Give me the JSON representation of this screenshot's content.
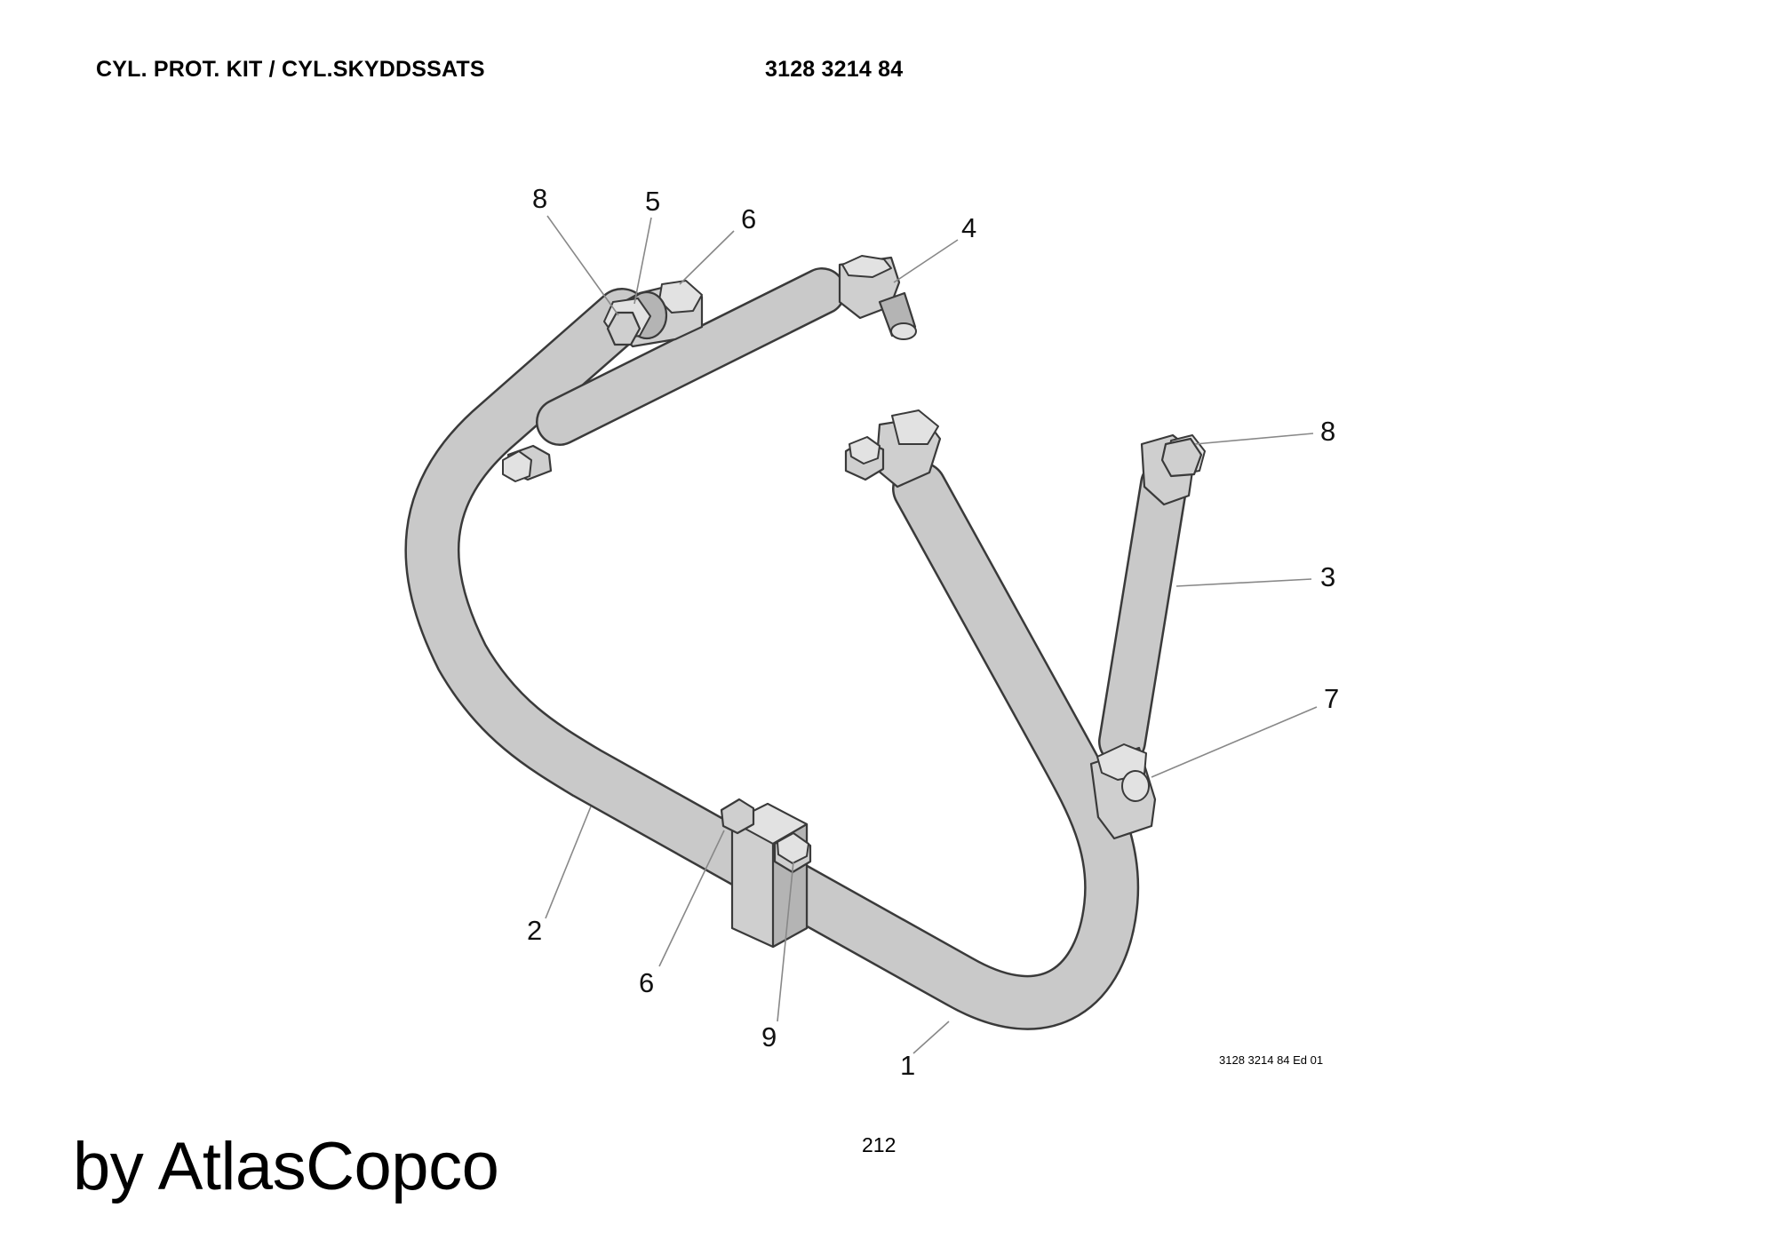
{
  "header": {
    "title": "CYL. PROT. KIT / CYL.SKYDDSSATS",
    "part_number": "3128 3214 84"
  },
  "callouts": {
    "c1": "1",
    "c2": "2",
    "c3": "3",
    "c4": "4",
    "c5": "5",
    "c6a": "6",
    "c6b": "6",
    "c7": "7",
    "c8a": "8",
    "c8b": "8",
    "c9": "9"
  },
  "footer": {
    "edition": "3128 3214 84 Ed 01",
    "page_number": "212",
    "brand": "by AtlasCopco"
  },
  "colors": {
    "tube": "#c9c9c9",
    "outline": "#3a3a3a",
    "leader": "#888888"
  }
}
